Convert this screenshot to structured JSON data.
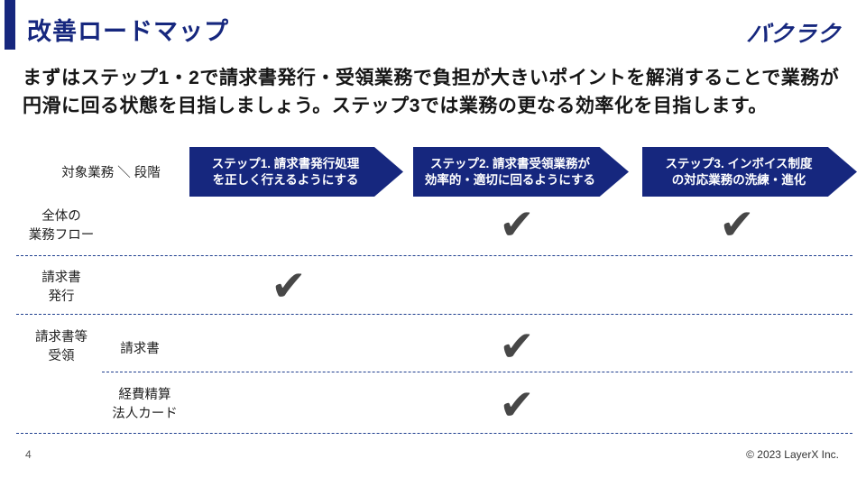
{
  "header": {
    "title": "改善ロードマップ",
    "logo": "バクラク"
  },
  "intro": {
    "line1": "まずはステップ1・2で請求書発行・受領業務で負担が大きいポイントを解消することで業務が",
    "line2": "円滑に回る状態を目指しましょう。ステップ3では業務の更なる効率化を目指します。"
  },
  "matrix": {
    "corner_label": "対象業務 ＼ 段階",
    "steps": [
      {
        "line1": "ステップ1. 請求書発行処理",
        "line2": "を正しく行えるようにする"
      },
      {
        "line1": "ステップ2. 請求書受領業務が",
        "line2": "効率的・適切に回るようにする"
      },
      {
        "line1": "ステップ3. インボイス制度",
        "line2": "の対応業務の洗練・進化"
      }
    ],
    "rows": {
      "r1": {
        "line1": "全体の",
        "line2": "業務フロー"
      },
      "r2": {
        "line1": "請求書",
        "line2": "発行"
      },
      "group": {
        "line1": "請求書等",
        "line2": "受領"
      },
      "r3": {
        "line1": "請求書"
      },
      "r4": {
        "line1": "経費精算",
        "line2": "法人カード"
      }
    },
    "checks": [
      {
        "row": "全体の業務フロー",
        "step1": false,
        "step2": true,
        "step3": true
      },
      {
        "row": "請求書発行",
        "step1": true,
        "step2": false,
        "step3": false
      },
      {
        "row": "請求書等受領：請求書",
        "step1": false,
        "step2": true,
        "step3": false
      },
      {
        "row": "請求書等受領：経費精算・法人カード",
        "step1": false,
        "step2": true,
        "step3": false
      }
    ]
  },
  "glyphs": {
    "check": "✔"
  },
  "footer": {
    "page_number": "4",
    "copyright": "© 2023 LayerX Inc."
  },
  "colors": {
    "navy": "#16277E",
    "dash": "#1F3F8F",
    "check": "#474747"
  }
}
